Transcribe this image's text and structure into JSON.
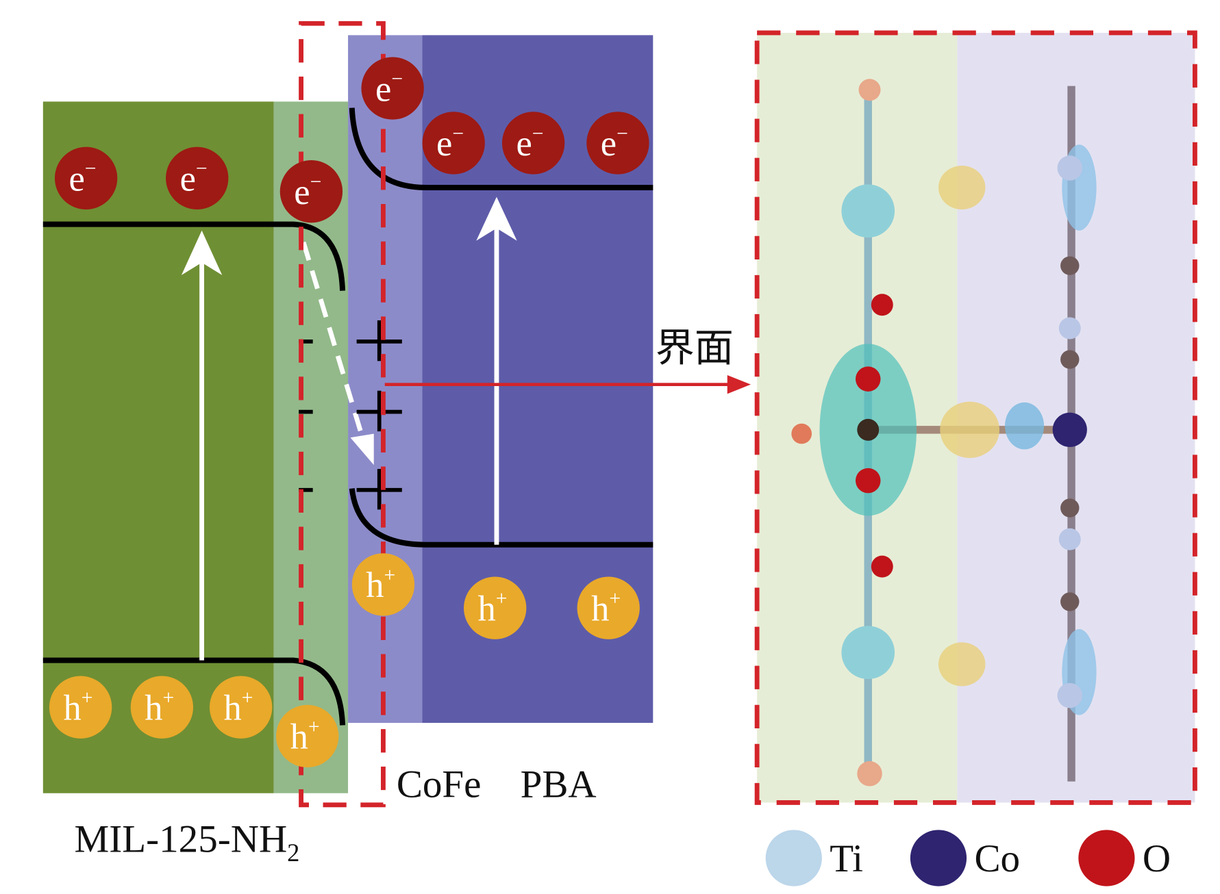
{
  "labels": {
    "electron": "e",
    "electron_sup": "−",
    "hole": "h",
    "hole_sup": "+",
    "interface": "界面",
    "right_material": "CoFe　PBA",
    "left_material": "MIL-125-NH",
    "left_material_sub": "2"
  },
  "legend": [
    {
      "label": "Ti",
      "color": "#bcd6ea"
    },
    {
      "label": "Co",
      "color": "#2e2470"
    },
    {
      "label": "O",
      "color": "#c0141a"
    }
  ],
  "colors": {
    "mil_green": "#6f8f34",
    "mil_interface": "#93b98a",
    "pba_purple": "#5e5ca9",
    "pba_interface": "#8c8bc9",
    "electron": "#9e1a14",
    "hole": "#e9a92a",
    "dash_red": "#d3242a"
  }
}
